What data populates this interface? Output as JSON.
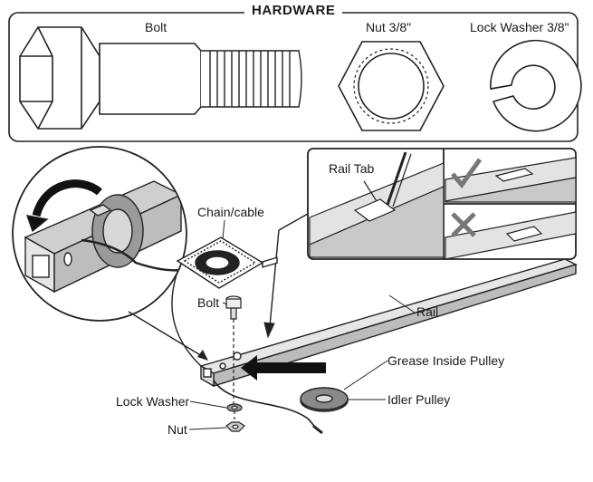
{
  "hardware": {
    "title": "HARDWARE",
    "bolt": "Bolt",
    "nut": "Nut 3/8\"",
    "lock_washer": "Lock Washer 3/8\""
  },
  "labels": {
    "rail_tab": "Rail Tab",
    "chain_cable": "Chain/cable",
    "bolt": "Bolt",
    "rail": "Rail",
    "grease": "Grease Inside Pulley",
    "lock_washer": "Lock Washer",
    "idler_pulley": "Idler Pulley",
    "nut": "Nut"
  },
  "panels": {
    "correct_mark": "check-mark",
    "incorrect_mark": "x-mark"
  }
}
